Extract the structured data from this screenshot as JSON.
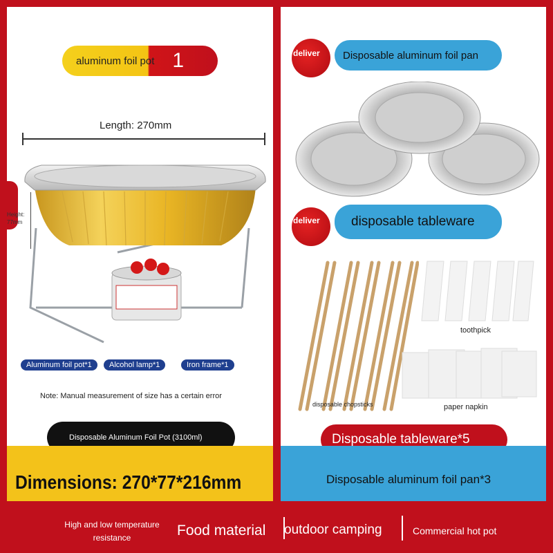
{
  "left": {
    "title_pill": "aluminum foil pot",
    "title_number": "1",
    "length_label": "Length: 270mm",
    "height_label": "Height: 77mm",
    "chips": [
      "Aluminum foil pot*1",
      "Alcohol lamp*1",
      "Iron frame*1"
    ],
    "note": "Note: Manual measurement of size has a certain error",
    "product_name": "Disposable Aluminum Foil Pot (3100ml)",
    "dimensions": "Dimensions: 270*77*216mm"
  },
  "right": {
    "deliver_tag_1": "deliver",
    "pan_title": "Disposable aluminum foil pan",
    "deliver_tag_2": "deliver",
    "tableware_title": "disposable tableware",
    "toothpick_label": "toothpick",
    "chopsticks_label": "disposable chopsticks",
    "napkin_label": "paper napkin",
    "tableware_count": "Disposable tableware*5",
    "pan_count": "Disposable aluminum foil pan*3"
  },
  "footer": {
    "item1": "High and low temperature resistance",
    "item2": "Food material",
    "item3": "outdoor camping",
    "item4": "Commercial hot pot"
  },
  "colors": {
    "red": "#c0101c",
    "yellow": "#f3c21a",
    "blue": "#3aa3d8",
    "navy": "#1f3f8f"
  }
}
